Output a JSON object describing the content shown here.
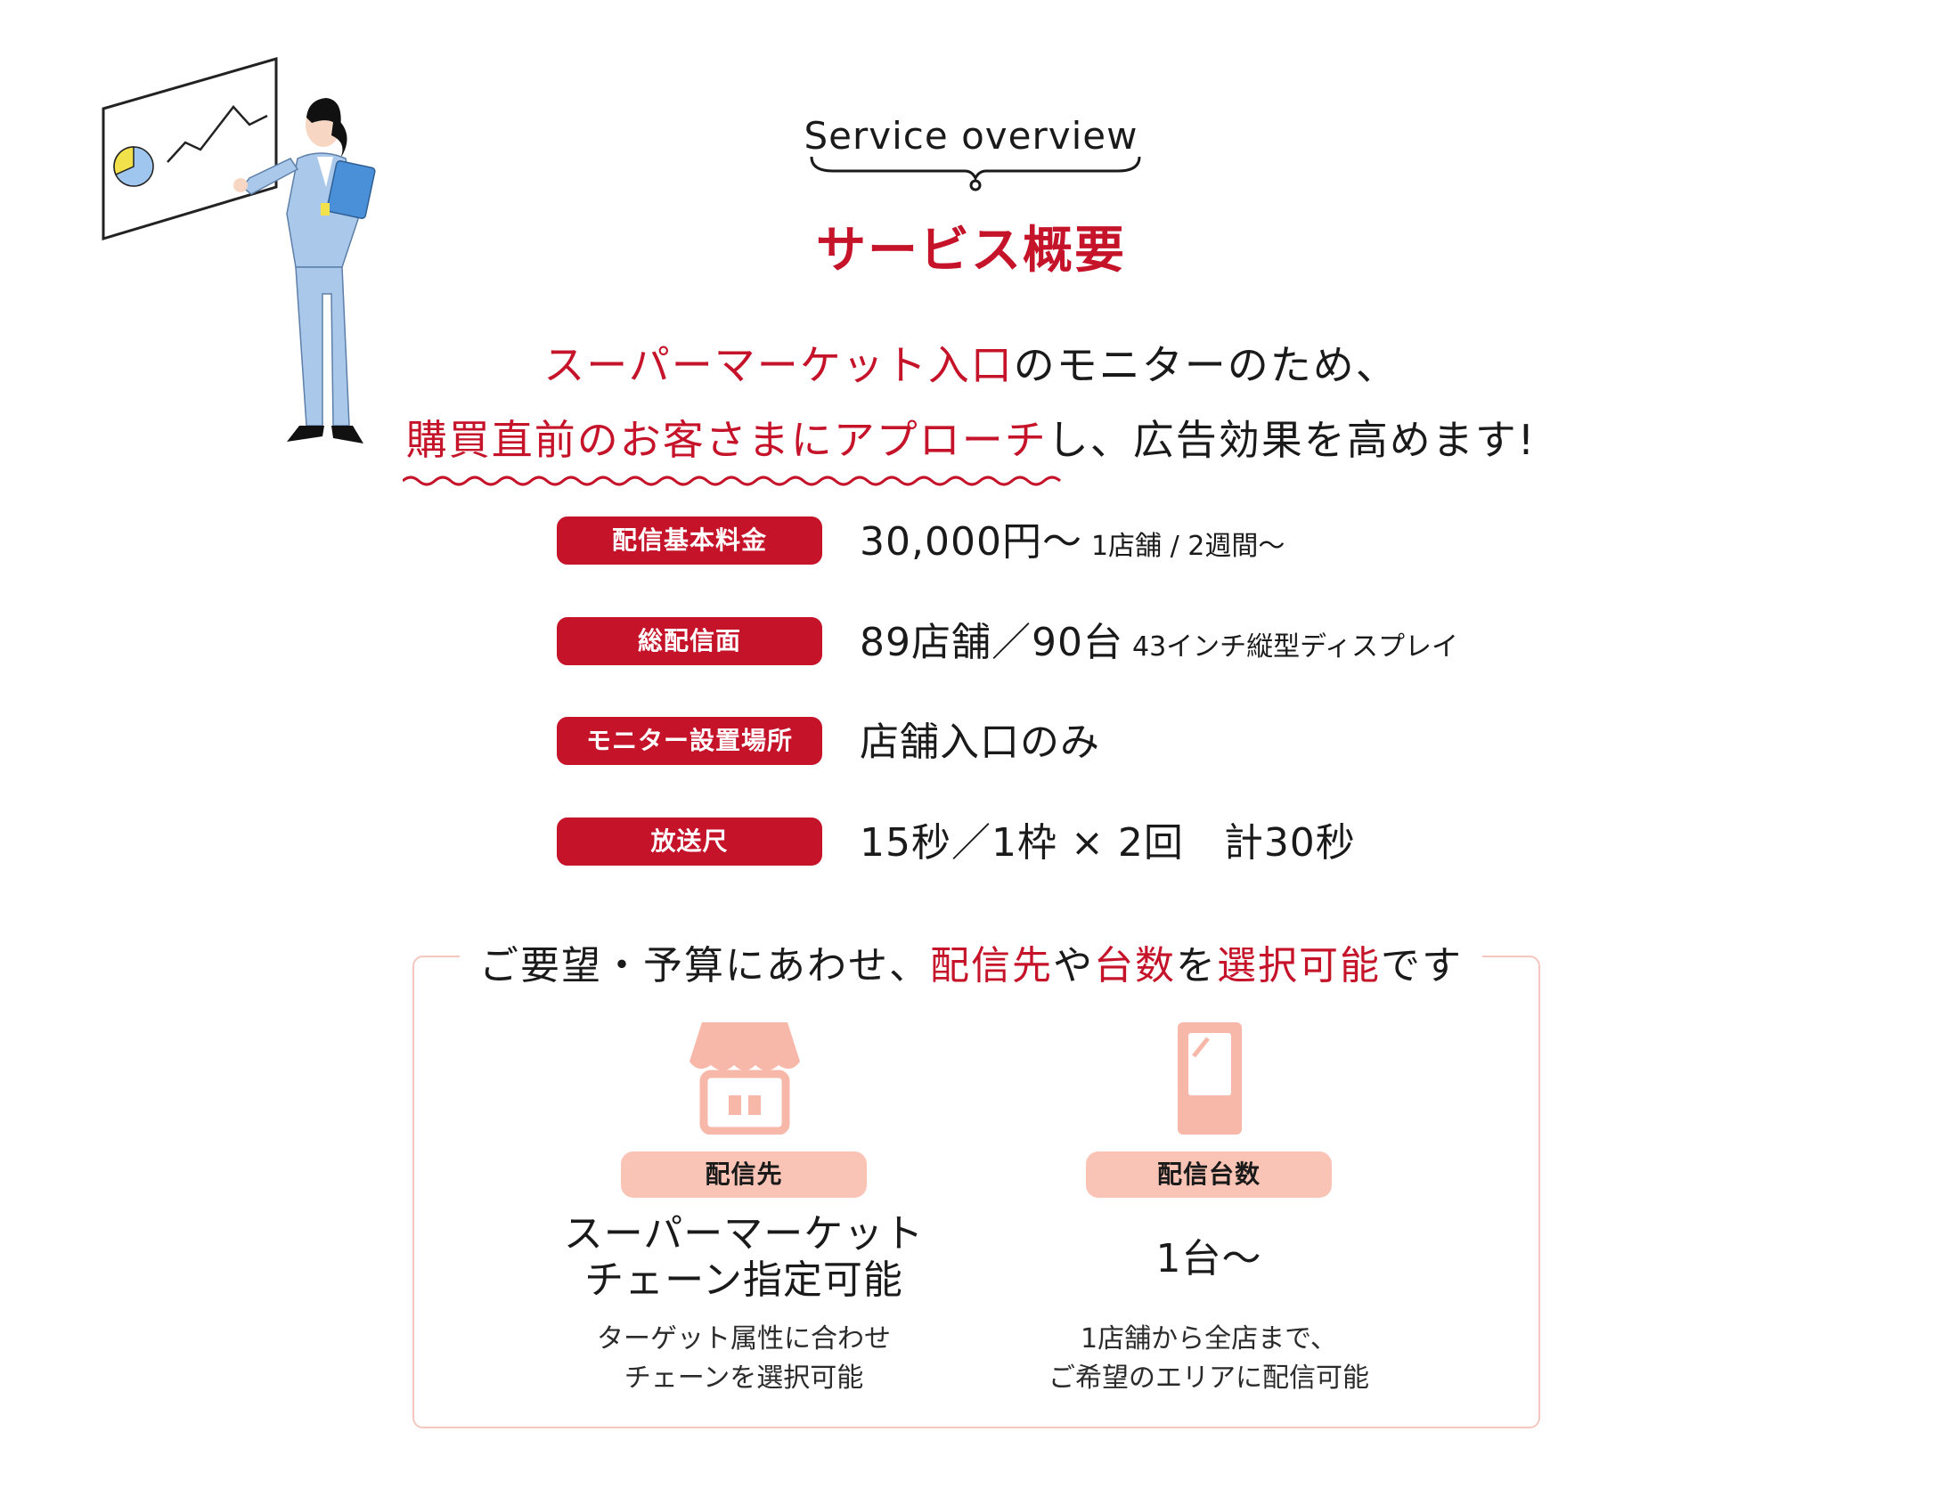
{
  "header": {
    "eyebrow": "Service overview",
    "title": "サービス概要"
  },
  "lead": {
    "line1_red": "スーパーマーケット入口",
    "line1_rest": "のモニターのため、",
    "line2_red": "購買直前のお客さまにアプローチ",
    "line2_rest": "し、広告効果を高めます!"
  },
  "specs": [
    {
      "label": "配信基本料金",
      "main": "30,000円〜",
      "note": "1店舗 / 2週間〜"
    },
    {
      "label": "総配信面",
      "main": "89店舗／90台",
      "note": "43インチ縦型ディスプレイ"
    },
    {
      "label": "モニター設置場所",
      "main": "店舗入口のみ",
      "note": ""
    },
    {
      "label": "放送尺",
      "main": "15秒／1枠 × 2回　計30秒",
      "note": ""
    }
  ],
  "options": {
    "heading_part1": "ご要望・予算にあわせ、",
    "heading_red1": "配信先",
    "heading_part2": "や",
    "heading_red2": "台数",
    "heading_part3": "を",
    "heading_red3": "選択可能",
    "heading_part4": "です",
    "left": {
      "label": "配信先",
      "title_line1": "スーパーマーケット",
      "title_line2": "チェーン指定可能",
      "desc_line1": "ターゲット属性に合わせ",
      "desc_line2": "チェーンを選択可能",
      "icon": "store-icon"
    },
    "right": {
      "label": "配信台数",
      "title": "1台〜",
      "desc_line1": "1店舗から全店まで、",
      "desc_line2": "ご希望のエリアに配信可能",
      "icon": "display-icon"
    }
  },
  "colors": {
    "accent_red": "#c5132a",
    "peach": "#f9c4b5",
    "border": "#f3c7be"
  }
}
